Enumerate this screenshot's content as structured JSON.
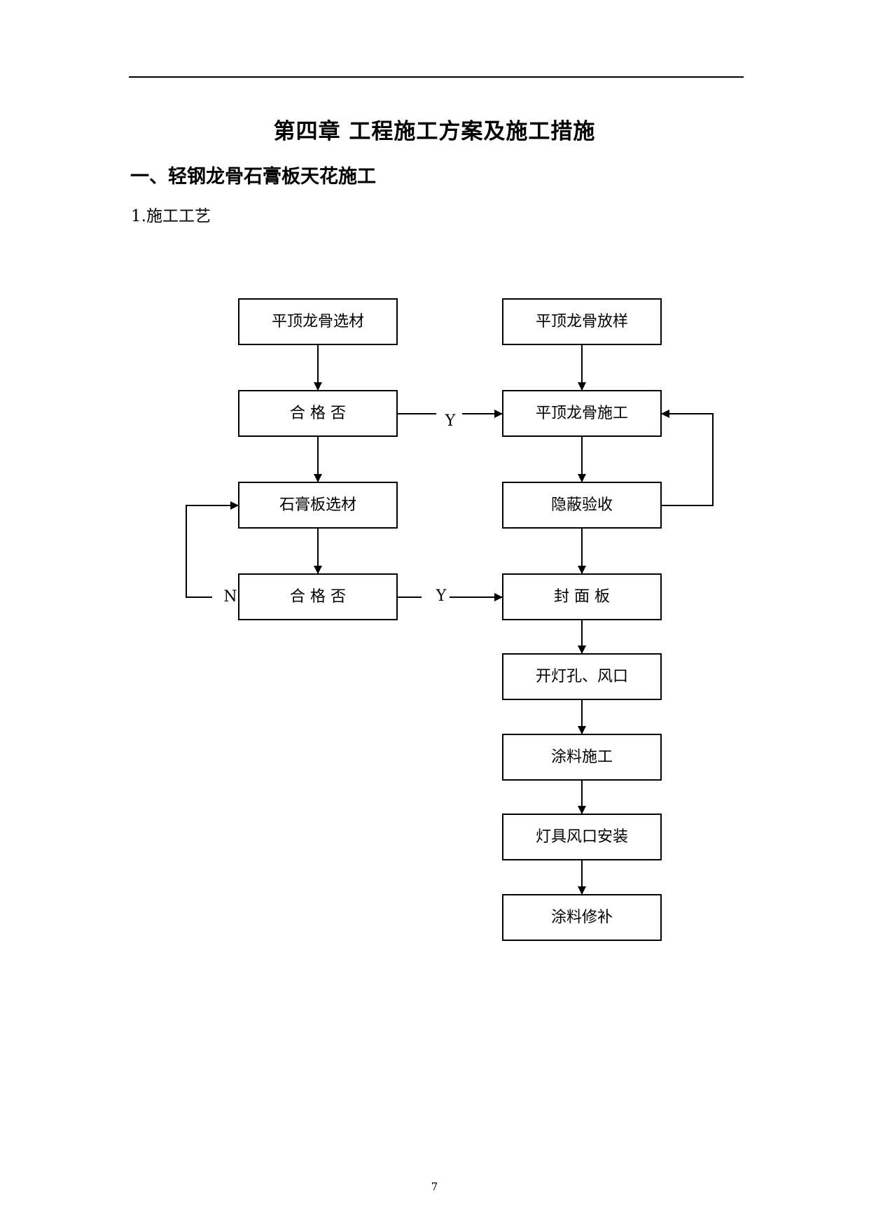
{
  "document": {
    "chapter_title": "第四章  工程施工方案及施工措施",
    "section_heading": "一、轻钢龙骨石膏板天花施工",
    "subsection_heading": "1.施工工艺",
    "page_number": "7"
  },
  "flowchart": {
    "nodes": {
      "material_selection": "平顶龙骨选材",
      "keel_layout": "平顶龙骨放样",
      "check_1": "合 格 否",
      "keel_construction": "平顶龙骨施工",
      "gypsum_selection": "石膏板选材",
      "concealed_inspection": "隐蔽验收",
      "check_2": "合 格 否",
      "cover_board": "封 面 板",
      "openings": "开灯孔、风口",
      "coating": "涂料施工",
      "fixture_install": "灯具风口安装",
      "coating_repair": "涂料修补"
    },
    "edge_labels": {
      "check_1_yes": "Y",
      "check_2_yes": "Y",
      "check_2_no": "N"
    }
  }
}
